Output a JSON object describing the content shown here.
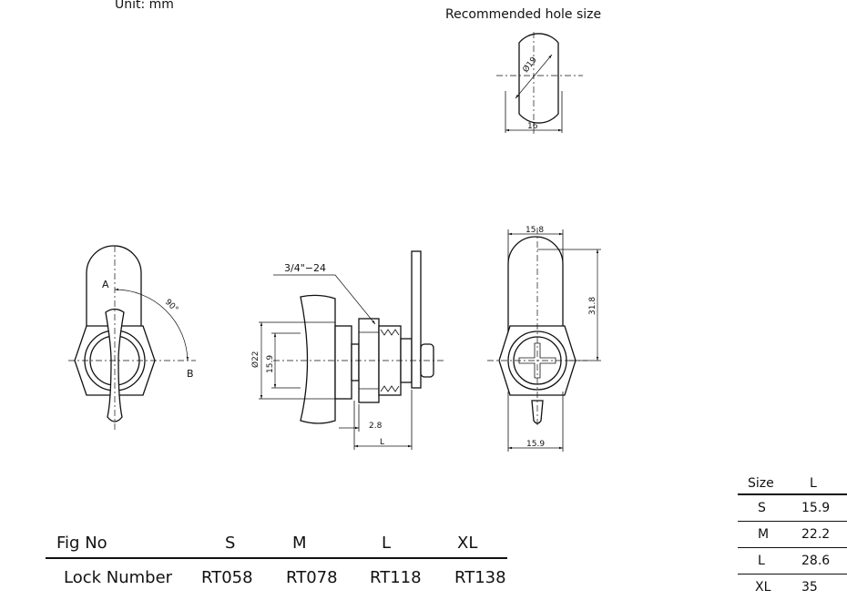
{
  "header": {
    "unit_label": "Unit: mm",
    "hole_title": "Recommended hole size"
  },
  "hole_view": {
    "diameter_label": "Ø19",
    "width_label": "16"
  },
  "front_view": {
    "label_a": "A",
    "label_b": "B",
    "angle_label": "90°"
  },
  "side_view": {
    "thread_label": "3/4\"−24",
    "dia_outer_label": "Ø22",
    "dia_inner_label": "15.9",
    "thickness_label": "2.8",
    "length_label": "L"
  },
  "rear_view": {
    "top_width_label": "15.8",
    "height_label": "31.8",
    "bottom_width_label": "15.9"
  },
  "fig_table": {
    "headers": [
      "Fig No",
      "S",
      "M",
      "L",
      "XL"
    ],
    "row": [
      "Lock Number",
      "RT058",
      "RT078",
      "RT118",
      "RT138"
    ]
  },
  "size_table": {
    "headers": [
      "Size",
      "L"
    ],
    "rows": [
      [
        "S",
        "15.9"
      ],
      [
        "M",
        "22.2"
      ],
      [
        "L",
        "28.6"
      ],
      [
        "XL",
        "35"
      ]
    ]
  }
}
